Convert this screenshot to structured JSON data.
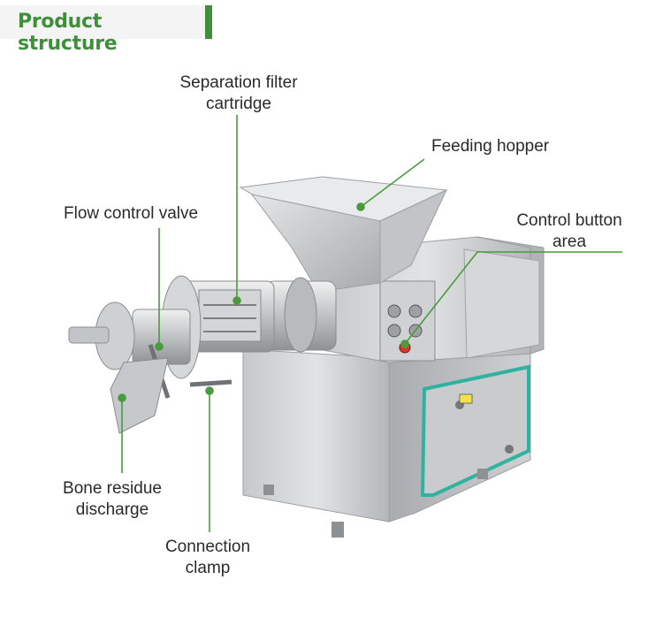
{
  "header": {
    "title": "Product structure"
  },
  "labels": {
    "separation_filter": {
      "line1": "Separation filter",
      "line2": "cartridge"
    },
    "feeding_hopper": "Feeding hopper",
    "flow_control_valve": "Flow control valve",
    "control_button_area": {
      "line1": "Control button",
      "line2": "area"
    },
    "bone_residue": {
      "line1": "Bone residue",
      "line2": "discharge"
    },
    "connection_clamp": {
      "line1": "Connection",
      "line2": "clamp"
    }
  },
  "colors": {
    "accent_green": "#3f8f3a",
    "leader_line": "#4a9a3e",
    "steel_light": "#d9dadc",
    "steel_mid": "#b9bbbe",
    "steel_dark": "#8e9094",
    "panel_teal": "#2fb3a0"
  }
}
